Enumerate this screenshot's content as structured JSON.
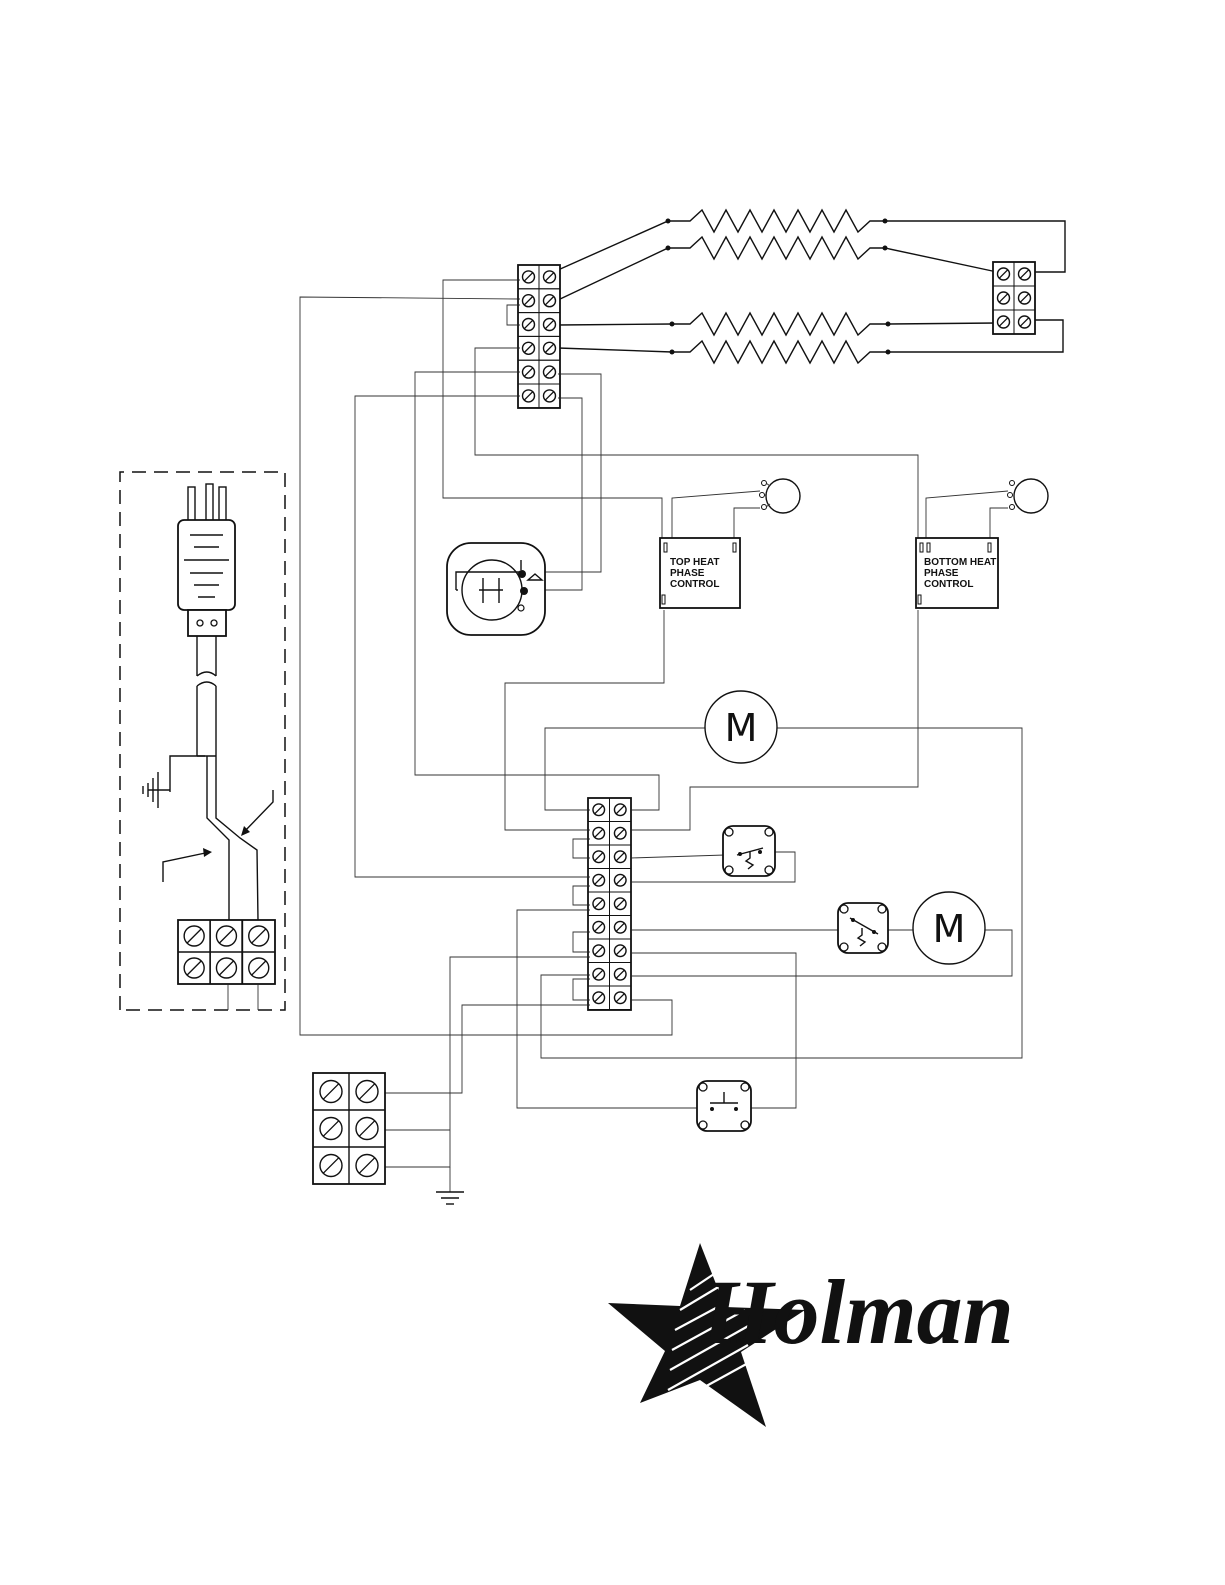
{
  "labels": {
    "top_control": [
      "TOP  HEAT",
      "PHASE",
      "CONTROL"
    ],
    "bottom_control": [
      "BOTTOM  HEAT",
      "PHASE",
      "CONTROL"
    ],
    "motor_symbol": "M"
  },
  "logo": {
    "text": "Holman"
  },
  "icons": [
    "heating-element-icon",
    "terminal-block-icon",
    "motor-icon",
    "thermostat-switch-icon",
    "push-button-switch-icon",
    "ground-icon",
    "power-plug-icon",
    "potentiometer-icon",
    "star-logo-icon"
  ]
}
